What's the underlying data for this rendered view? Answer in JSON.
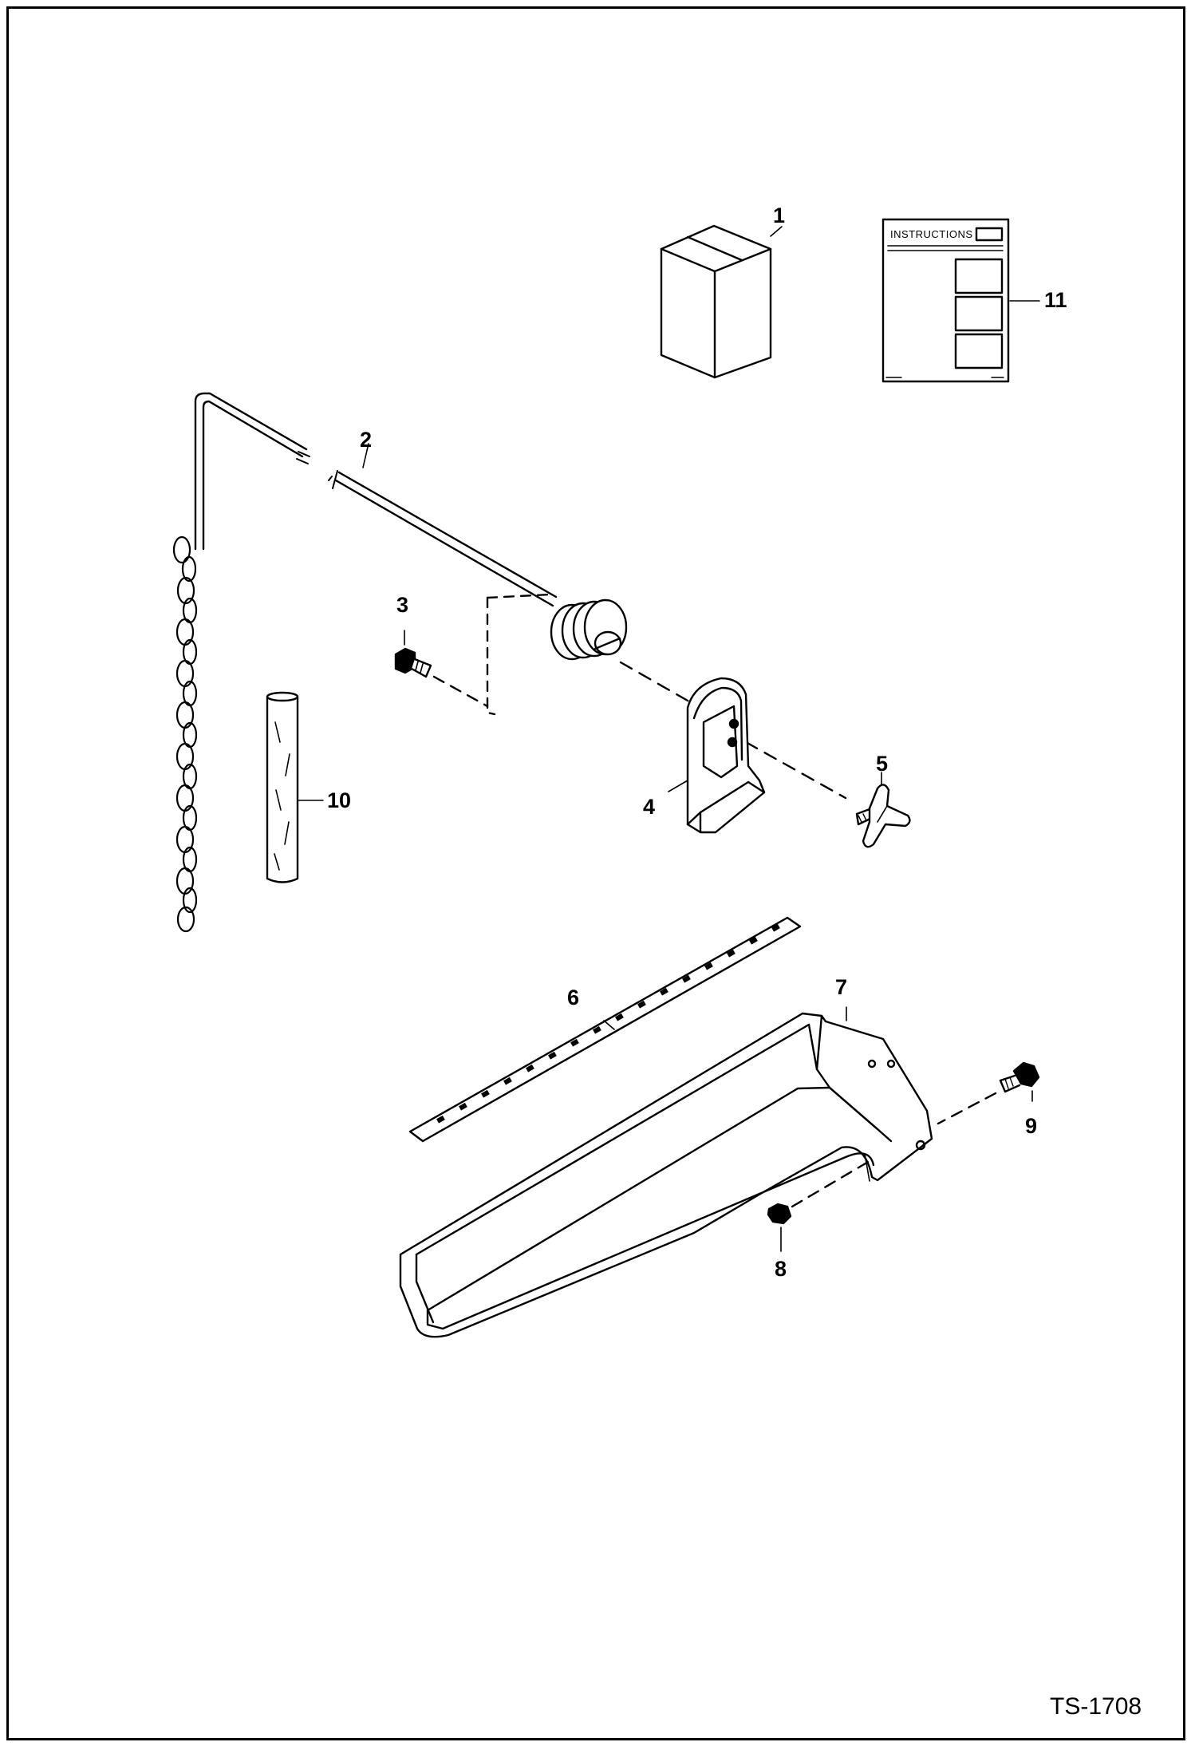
{
  "callouts": [
    "1",
    "2",
    "3",
    "4",
    "5",
    "6",
    "7",
    "8",
    "9",
    "10",
    "11"
  ],
  "instruction_sheet": {
    "title": "INSTRUCTIONS"
  },
  "drawing_code": "TS-1708",
  "colors": {
    "ink": "#000000",
    "paper": "#ffffff"
  }
}
